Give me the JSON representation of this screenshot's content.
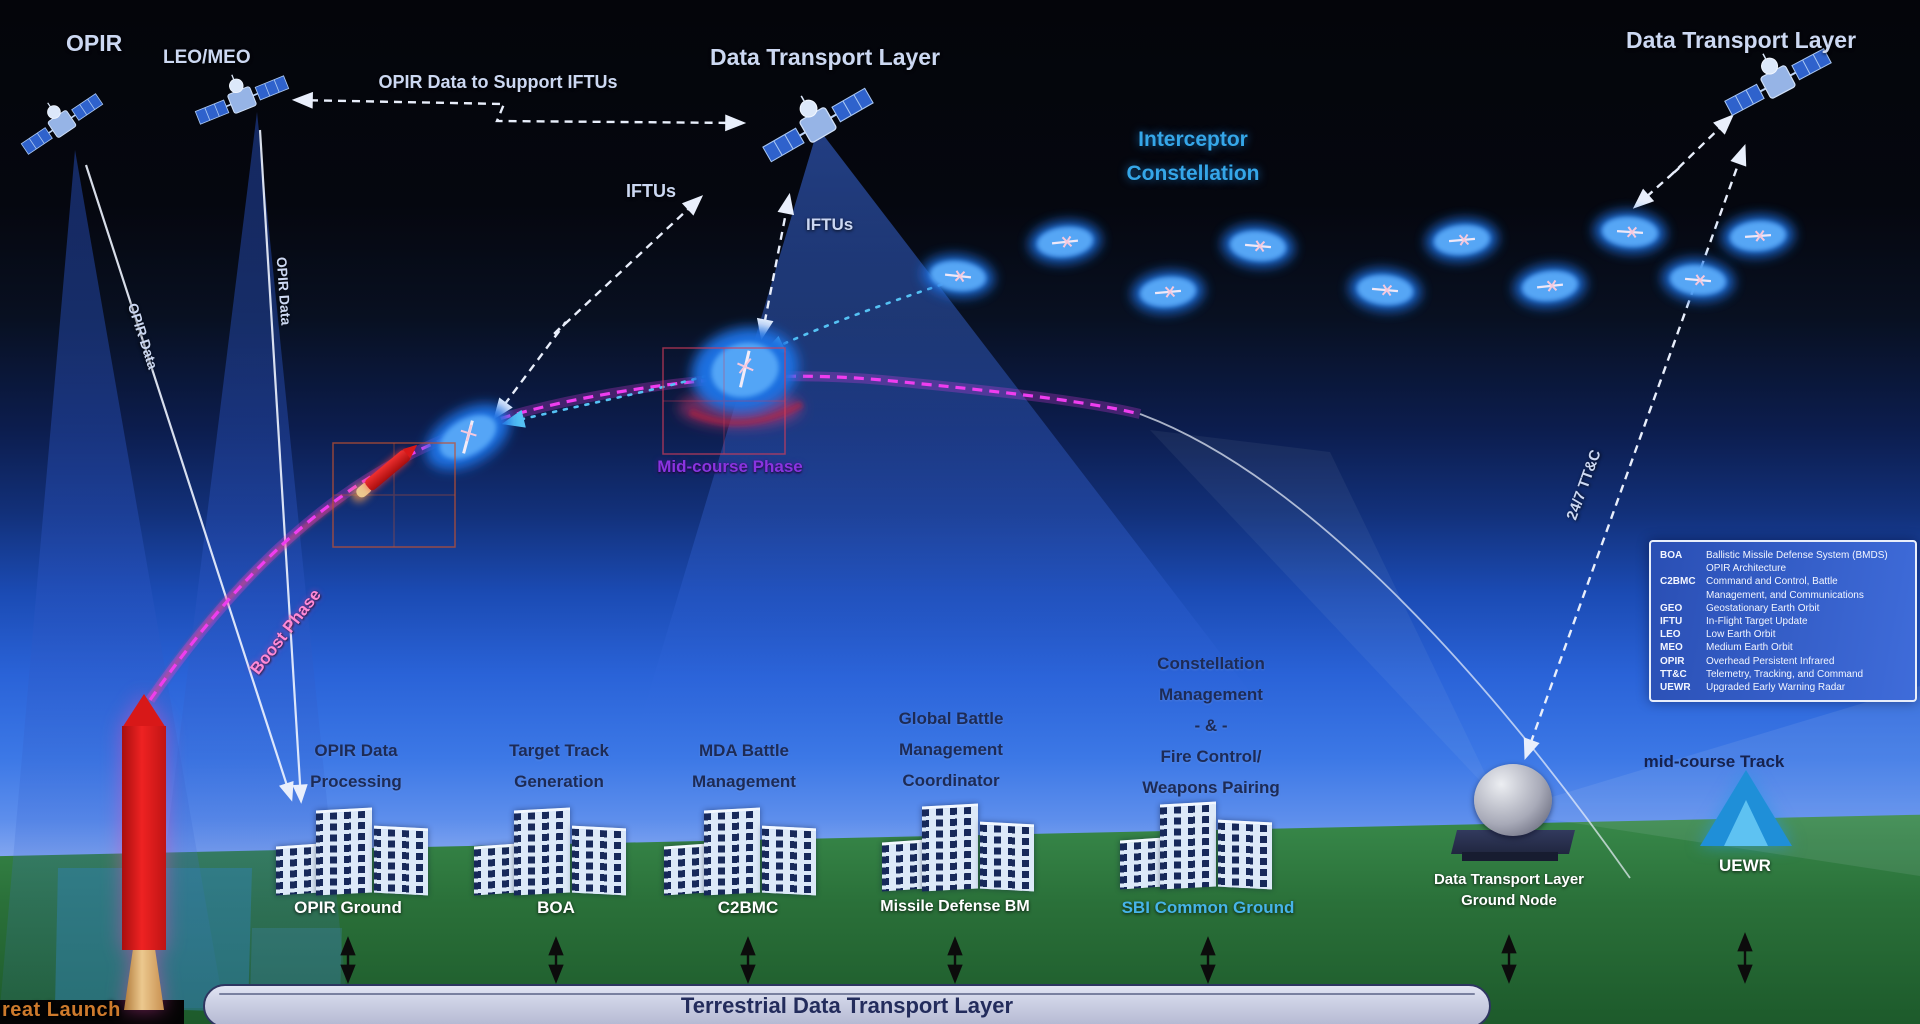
{
  "colors": {
    "sky_top": "#04050a",
    "sky_blue": "#2a63d8",
    "ground_green": "#2a7039",
    "accent_cyan": "#35a6e8",
    "trajectory_magenta": "#ef3def",
    "boost_pink": "#ff8ad6",
    "midcourse_purple": "#8a34e0",
    "threat_orange": "#cd7a2c",
    "sbi_site_blue": "#46b4e8",
    "bar_lavender": "#cfd3e6"
  },
  "space": {
    "opir_label": "OPIR",
    "leo_meo_label": "LEO/MEO",
    "dtl_center_label": "Data Transport Layer",
    "dtl_right_label": "Data Transport Layer",
    "interceptor_label_line1": "Interceptor",
    "interceptor_label_line2": "Constellation"
  },
  "links": {
    "opir_support_label": "OPIR Data to Support IFTUs",
    "iftu_label_1": "IFTUs",
    "iftu_label_2": "IFTUs",
    "opir_data_label_1": "OPIR Data",
    "opir_data_label_2": "OPIR Data",
    "ttc_label": "24/7 TT&C",
    "midcourse_track_label": "mid-course Track"
  },
  "trajectory": {
    "boost_label": "Boost Phase",
    "midcourse_label": "Mid-course Phase",
    "threat_label": "reat Launch"
  },
  "ground_functions": [
    {
      "lines": [
        "OPIR Data",
        "Processing"
      ]
    },
    {
      "lines": [
        "Target Track",
        "Generation"
      ]
    },
    {
      "lines": [
        "MDA Battle",
        "Management"
      ]
    },
    {
      "lines": [
        "Global Battle",
        "Management",
        "Coordinator"
      ]
    },
    {
      "lines": [
        "Constellation",
        "Management",
        "- & -",
        "Fire Control/",
        "Weapons Pairing"
      ]
    }
  ],
  "ground_sites": [
    {
      "name": "OPIR Ground"
    },
    {
      "name": "BOA"
    },
    {
      "name": "C2BMC"
    },
    {
      "name": "Missile Defense BM"
    },
    {
      "name": "SBI Common Ground"
    }
  ],
  "ground_node": {
    "line1": "Data Transport Layer",
    "line2": "Ground Node"
  },
  "uewr_label": "UEWR",
  "terrestrial_bar_label": "Terrestrial Data Transport Layer",
  "legend": {
    "entries": [
      {
        "abbr": "BOA",
        "desc1": "Ballistic Missile Defense System (BMDS)",
        "desc2": "OPIR Architecture"
      },
      {
        "abbr": "C2BMC",
        "desc1": "Command and Control, Battle",
        "desc2": "Management, and Communications"
      },
      {
        "abbr": "GEO",
        "desc1": "Geostationary Earth Orbit"
      },
      {
        "abbr": "IFTU",
        "desc1": "In-Flight Target Update"
      },
      {
        "abbr": "LEO",
        "desc1": "Low Earth Orbit"
      },
      {
        "abbr": "MEO",
        "desc1": "Medium Earth Orbit"
      },
      {
        "abbr": "OPIR",
        "desc1": "Overhead Persistent Infrared"
      },
      {
        "abbr": "TT&C",
        "desc1": "Telemetry, Tracking, and Command"
      },
      {
        "abbr": "UEWR",
        "desc1": "Upgraded Early Warning Radar"
      }
    ]
  }
}
